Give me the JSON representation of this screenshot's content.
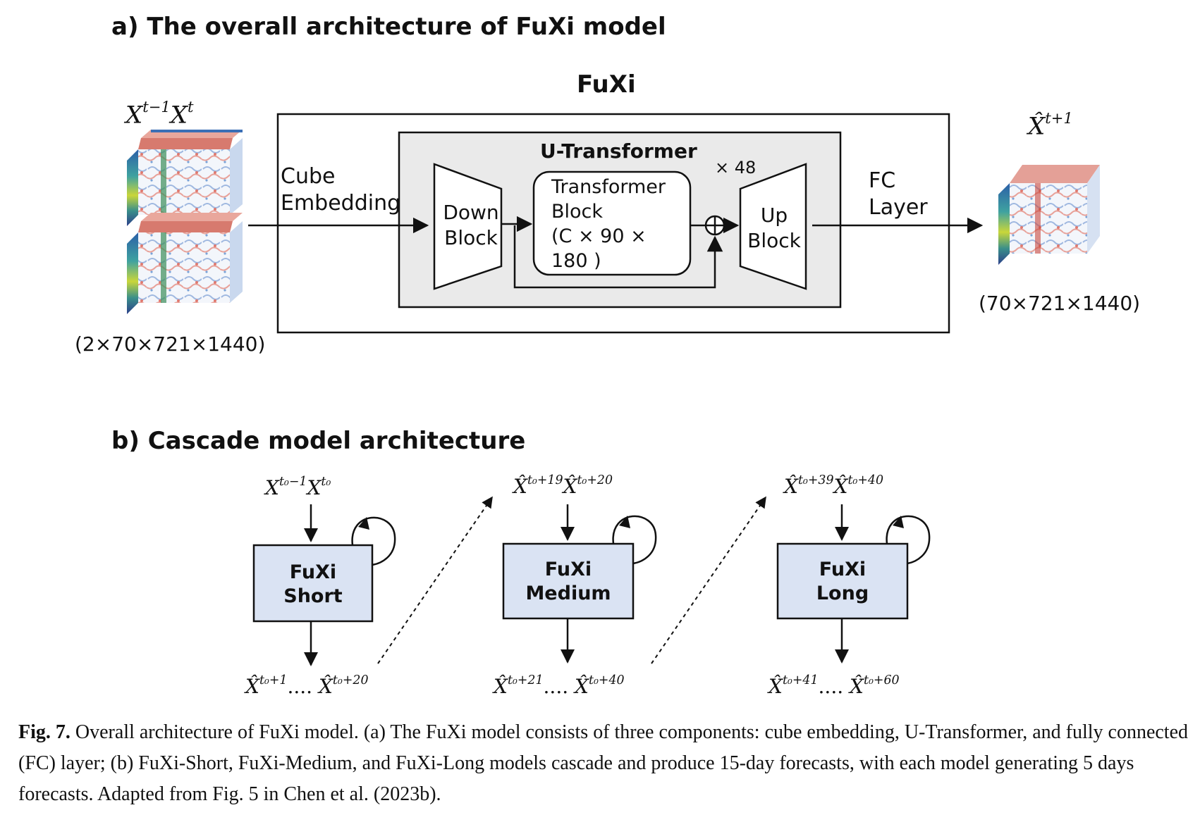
{
  "part_a": {
    "title": "a) The overall architecture of FuXi model",
    "model_label": "FuXi",
    "input": {
      "symbol_1": "X",
      "sup_1": "t−1",
      "symbol_2": "X",
      "sup_2": "t",
      "shape": "(2×70×721×1440)"
    },
    "cube_embedding": [
      "Cube",
      "Embedding"
    ],
    "u_transformer": "U-Transformer",
    "repeat": "× 48",
    "down_block": [
      "Down",
      "Block"
    ],
    "transformer_block": [
      "Transformer",
      "Block",
      "(C × 90 ×",
      "180 )"
    ],
    "up_block": [
      "Up",
      "Block"
    ],
    "fc_layer": [
      "FC",
      "Layer"
    ],
    "output": {
      "symbol": "X̂",
      "sup": "t+1",
      "shape": "(70×721×1440)"
    }
  },
  "part_b": {
    "title": "b) Cascade model architecture",
    "stages": [
      {
        "name": [
          "FuXi",
          "Short"
        ],
        "in_1": "t₀−1",
        "in_2": "t₀",
        "in_prefix_1": "X",
        "in_prefix_2": "X",
        "out_from": "t₀+1",
        "out_to": "t₀+20"
      },
      {
        "name": [
          "FuXi",
          "Medium"
        ],
        "in_1": "t₀+19",
        "in_2": "t₀+20",
        "in_prefix_1": "X̂",
        "in_prefix_2": "X̂",
        "out_from": "t₀+21",
        "out_to": "t₀+40"
      },
      {
        "name": [
          "FuXi",
          "Long"
        ],
        "in_1": "t₀+39",
        "in_2": "t₀+40",
        "in_prefix_1": "X̂",
        "in_prefix_2": "X̂",
        "out_from": "t₀+41",
        "out_to": "t₀+60"
      }
    ],
    "ellipsis": "....",
    "box_color": "#dae3f3"
  },
  "caption": {
    "fig_label": "Fig. 7.",
    "text": " Overall architecture of FuXi model. (a) The FuXi model consists of three components: cube embedding, U-Transformer, and fully connected (FC) layer; (b) FuXi-Short, FuXi-Medium, and FuXi-Long models cascade and produce 15-day forecasts, with each model generating 5 days forecasts. Adapted from Fig. 5 in Chen et al. (2023b)."
  }
}
